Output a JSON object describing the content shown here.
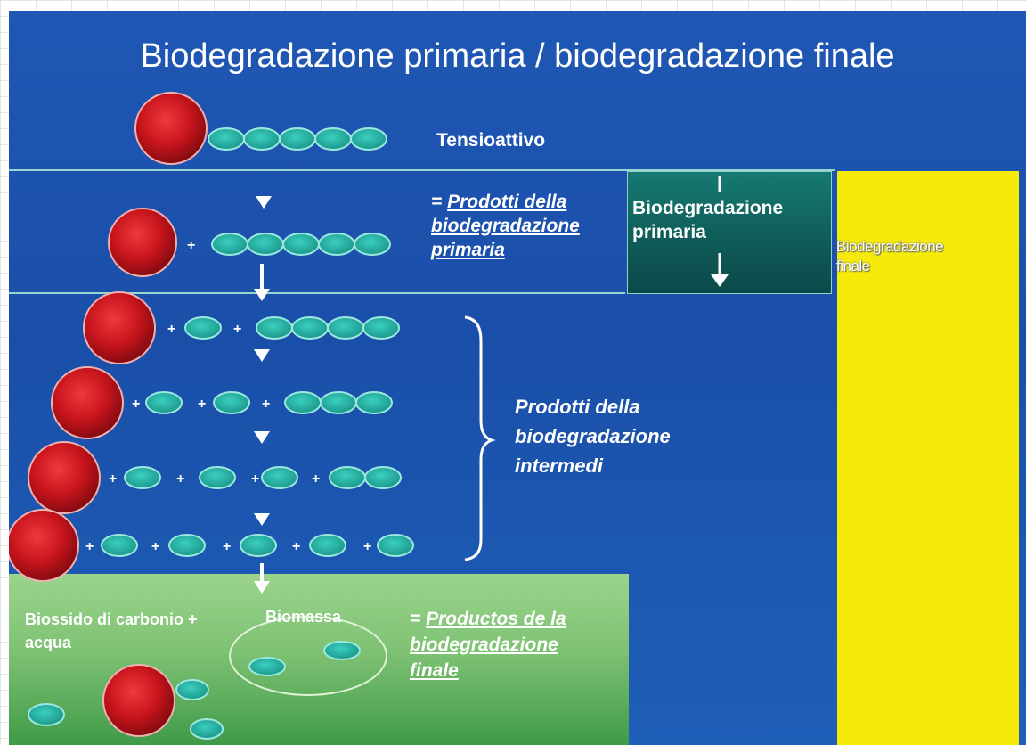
{
  "title": "Biodegradazione primaria / biodegradazione finale",
  "labels": {
    "surfactant": "Tensioattivo",
    "primary_products_prefix": "= ",
    "primary_products": [
      "Prodotti della",
      "biodegradazione",
      "primaria"
    ],
    "primary_box": [
      "Biodegradazione",
      "primaria"
    ],
    "final_box": [
      "Biodegradazione",
      "finale"
    ],
    "intermediate_products": [
      "Prodotti della",
      "biodegradazione",
      "intermedi"
    ],
    "co2_water": [
      "Biossido di carbonio +",
      "acqua"
    ],
    "biomass": "Biomassa",
    "final_products_prefix": "= ",
    "final_products": [
      "Productos de la",
      "biodegradazione",
      "finale"
    ]
  },
  "colors": {
    "background": "#1d56b1",
    "head_molecule": "#c8141c",
    "chain_segment": "#1fa89a",
    "primary_box": "#0f5a57",
    "final_bar": "#f5ea0a",
    "final_zone": "#7fc274"
  }
}
